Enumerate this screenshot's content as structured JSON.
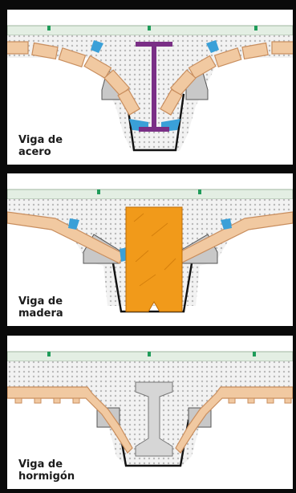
{
  "panels": [
    {
      "id": "steel",
      "caption_line1": "Viga de",
      "caption_line2": "acero"
    },
    {
      "id": "wood",
      "caption_line1": "Viga de",
      "caption_line2": "madera"
    },
    {
      "id": "concrete",
      "caption_line1": "Viga de",
      "caption_line2": "hormigón"
    }
  ],
  "colors": {
    "background": "#0a0a0a",
    "slab": "#e3eee3",
    "slab_bar": "#1f9c5a",
    "infill": "#efefef",
    "vault_block": "#f1c9a1",
    "vault_block_outline": "#c98e5e",
    "steel_beam": "#7a2f86",
    "wood_beam": "#f19a1a",
    "concrete_beam": "#d6d6d6",
    "connector": "#3aa0d8",
    "base": "#c8c8c8"
  },
  "icons": [
    "steel-i-beam-icon",
    "wood-beam-icon",
    "concrete-beam-icon"
  ]
}
